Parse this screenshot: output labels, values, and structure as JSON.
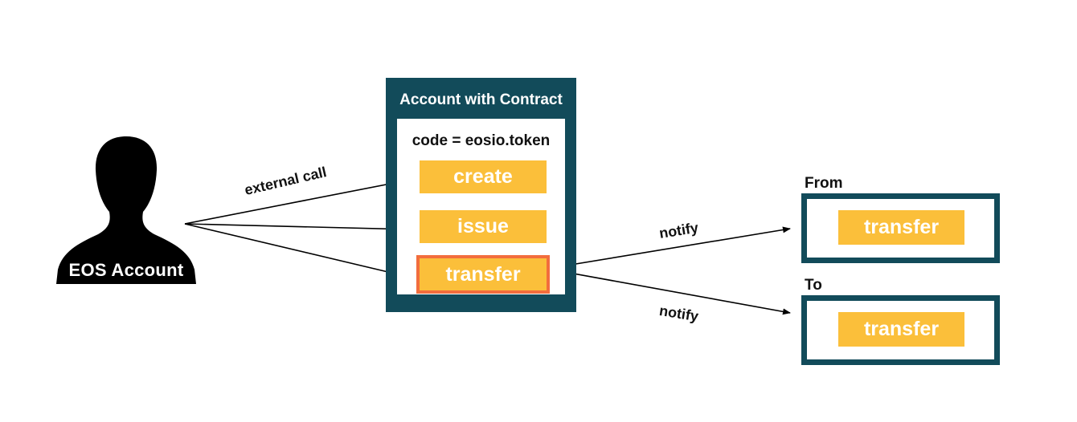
{
  "eos_account": {
    "label": "EOS Account",
    "icon": "user-silhouette-icon"
  },
  "contract_account": {
    "title": "Account with Contract",
    "code_label": "code = eosio.token",
    "actions": [
      "create",
      "issue",
      "transfer"
    ],
    "highlighted_action": "transfer"
  },
  "edges": {
    "external_call": "external call",
    "notify_from": "notify",
    "notify_to": "notify"
  },
  "recipients": {
    "from": {
      "label": "From",
      "action": "transfer"
    },
    "to": {
      "label": "To",
      "action": "transfer"
    }
  },
  "colors": {
    "box_frame": "#124b5a",
    "action_fill": "#fbbf3a",
    "highlight_border": "#f26d3d",
    "silhouette": "#000000"
  }
}
